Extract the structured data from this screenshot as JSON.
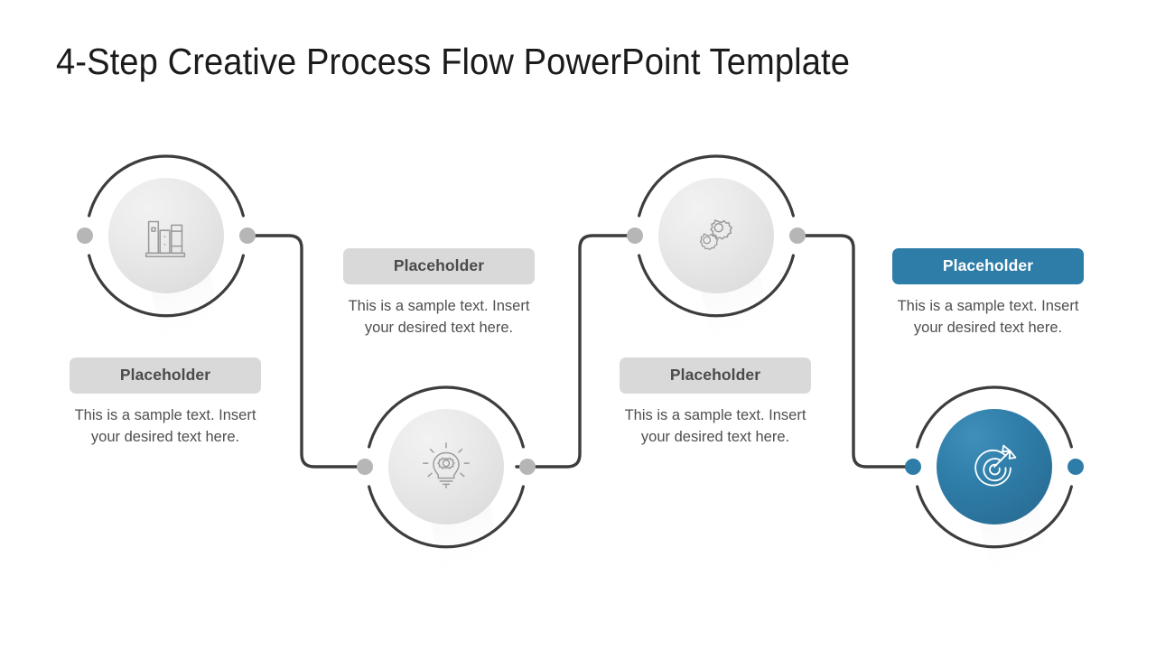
{
  "slide": {
    "title": "4-Step Creative Process Flow PowerPoint Template",
    "background_color": "#ffffff",
    "accent_color": "#2e7da8",
    "muted_color": "#d9d9d9",
    "connector_color": "#3d3d3d",
    "dot_color": "#b6b6b6"
  },
  "steps": [
    {
      "icon": "bookshelf-icon",
      "label": "Placeholder",
      "body": "This is a sample text. Insert your desired text here.",
      "highlighted": false
    },
    {
      "icon": "lightbulb-gear-icon",
      "label": "Placeholder",
      "body": "This is a sample text. Insert your desired text here.",
      "highlighted": false
    },
    {
      "icon": "gears-icon",
      "label": "Placeholder",
      "body": "This is a sample text. Insert your desired text here.",
      "highlighted": false
    },
    {
      "icon": "target-arrow-icon",
      "label": "Placeholder",
      "body": "This is a sample text. Insert your desired text here.",
      "highlighted": true
    }
  ]
}
